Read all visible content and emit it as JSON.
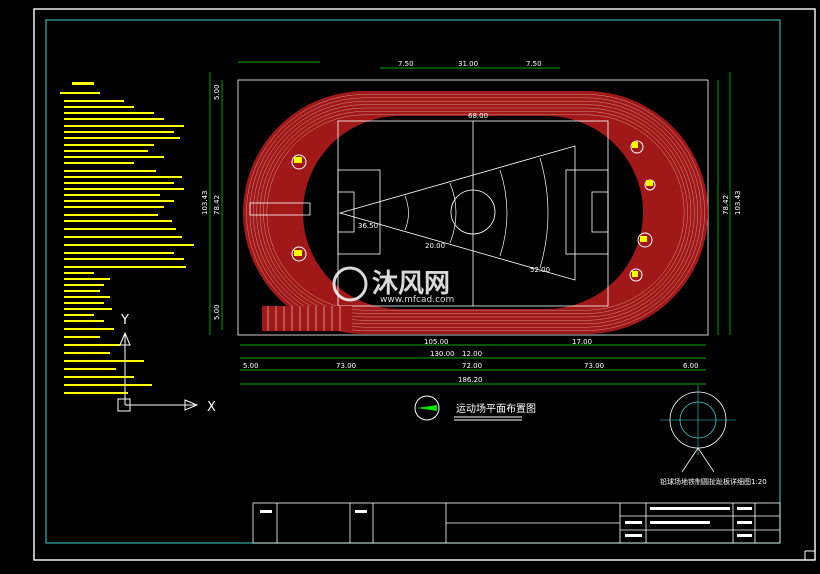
{
  "colors": {
    "background": "#000000",
    "frame": "#ffffff",
    "inner_frame": "#3fd1d1",
    "track": "#a01818",
    "lane": "#ffffff",
    "field_line": "#ffffff",
    "notes": "#ffff00",
    "dimension": "#00e000",
    "title_block": "#ffffff",
    "watermark": "#ffffff",
    "axis": "#ffffff"
  },
  "drawing": {
    "title": "运动场平面布置图",
    "detail_title": "铅球场地铁制圆扯趾板详细图1:20"
  },
  "dimensions": {
    "overall_width": "186.20",
    "left_straight": "73.00",
    "center_length": "72.00",
    "right_straight": "73.00",
    "inner_length": "130.00",
    "field_length": "105.00",
    "left_margin": "5.00",
    "right_margin": "6.00",
    "height_total": "103.43",
    "height_inner": "78.42",
    "top_offset": "5.00",
    "bottom_offset": "5.00",
    "top_segment_a": "7.50",
    "top_segment_b": "31.00",
    "top_segment_c": "7.50",
    "field_width": "68.00",
    "bottom_label_1": "17.00",
    "bottom_label_2": "12.00",
    "radius_a": "36.50",
    "radius_b": "20.00",
    "radius_c": "52.00"
  },
  "axis": {
    "x_label": "X",
    "y_label": "Y"
  },
  "watermark": {
    "brand_cn": "沐风网",
    "url": "www.mfcad.com"
  }
}
